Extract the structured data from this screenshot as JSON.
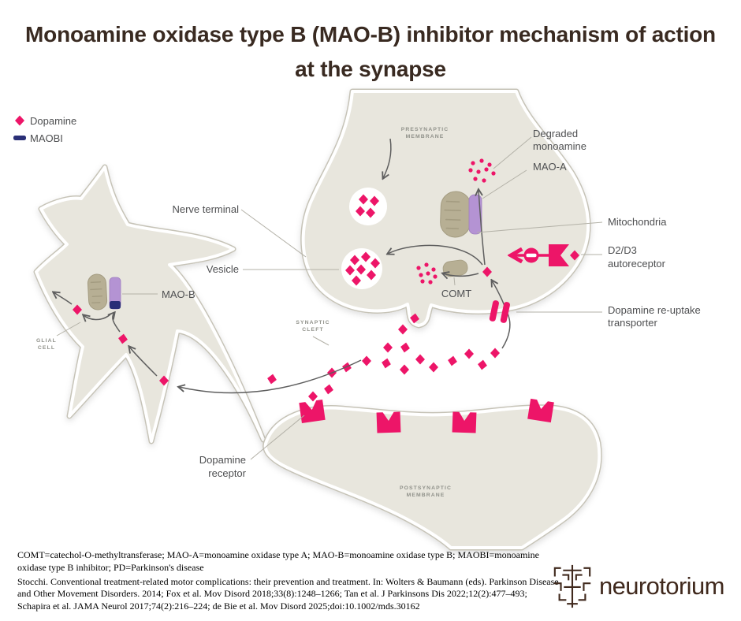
{
  "title": "Monoamine oxidase type B (MAO-B) inhibitor mechanism of action at the synapse",
  "legend": {
    "dopamine": "Dopamine",
    "maobi": "MAOBI"
  },
  "labels": {
    "presynaptic_1": "PRESYNAPTIC",
    "presynaptic_2": "MEMBRANE",
    "postsynaptic_1": "POSTSYNAPTIC",
    "postsynaptic_2": "MEMBRANE",
    "synaptic_1": "SYNAPTIC",
    "synaptic_2": "CLEFT",
    "glial_1": "GLIAL",
    "glial_2": "CELL",
    "nerve_terminal": "Nerve terminal",
    "vesicle": "Vesicle",
    "mao_b": "MAO-B",
    "mao_a": "MAO-A",
    "degraded_1": "Degraded",
    "degraded_2": "monoamine",
    "mitochondria": "Mitochondria",
    "d2d3_1": "D2/D3",
    "d2d3_2": "autoreceptor",
    "comt": "COMT",
    "reuptake_1": "Dopamine re-uptake",
    "reuptake_2": "transporter",
    "dopamine_receptor_1": "Dopamine",
    "dopamine_receptor_2": "receptor"
  },
  "footer": {
    "abbreviations": "COMT=catechol-O-methyltransferase; MAO-A=monoamine oxidase type A; MAO-B=monoamine oxidase type B;  MAOBI=monoamine oxidase type B inhibitor; PD=Parkinson's disease",
    "references": "Stocchi. Conventional treatment-related motor complications: their prevention and treatment. In: Wolters & Baumann (eds). Parkinson Disease and Other Movement Disorders. 2014; Fox et al. Mov Disord 2018;33(8):1248–1266; Tan et al. J Parkinsons Dis 2022;12(2):477–493; Schapira et al. JAMA Neurol 2017;74(2):216–224; de Bie et al. Mov Disord 2025;doi:10.1002/mds.30162"
  },
  "logo": {
    "name": "neurotorium"
  },
  "colors": {
    "dopamine_pink": "#ED1568",
    "maobi_navy": "#2A2F77",
    "mao_purple": "#B493D3",
    "organelle_tan": "#B7AF94",
    "cell_fill": "#E8E6DD",
    "title_brown": "#392A21",
    "logo_brown": "#40291D"
  }
}
